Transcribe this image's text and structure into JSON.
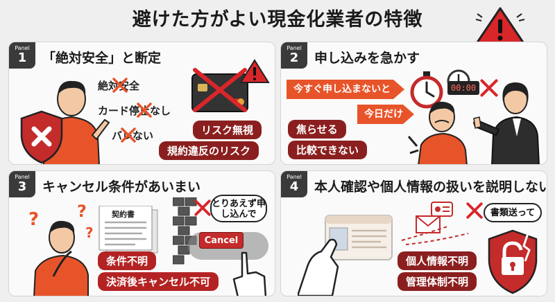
{
  "title": "避けた方がよい現金化業者の特徴",
  "panel_label": "Panel",
  "panels": [
    {
      "number": "1",
      "title": "「絶対安全」と断定",
      "claims": [
        "絶対安全",
        "カード停止なし",
        "バレない"
      ],
      "risks": [
        "リスク無視",
        "規約違反のリスク"
      ]
    },
    {
      "number": "2",
      "title": "申し込みを急かす",
      "pressure": [
        "今すぐ申し込まないと",
        "今日だけ"
      ],
      "timer": "00:00",
      "risks": [
        "焦らせる",
        "比較できない"
      ]
    },
    {
      "number": "3",
      "title": "キャンセル条件があいまい",
      "document_label": "契約書",
      "speech": "とりあえず申し込んで",
      "cancel_button": "Cancel",
      "risks": [
        "条件不明",
        "決済後キャンセル不可"
      ]
    },
    {
      "number": "4",
      "title": "本人確認や個人情報の扱いを説明しない",
      "speech": "書類送って",
      "risks": [
        "個人情報不明",
        "管理体制不明"
      ]
    }
  ],
  "colors": {
    "dark_red": "#8b1f1f",
    "red": "#c42b2b",
    "orange": "#e8542a",
    "tag_gray": "#3a3a3a"
  },
  "icons": [
    "warning-triangle-icon",
    "credit-card-icon",
    "shield-x-icon",
    "stopwatch-icon",
    "x-mark-icon",
    "document-icon",
    "id-card-icon",
    "envelope-icon",
    "broken-lock-shield-icon"
  ]
}
